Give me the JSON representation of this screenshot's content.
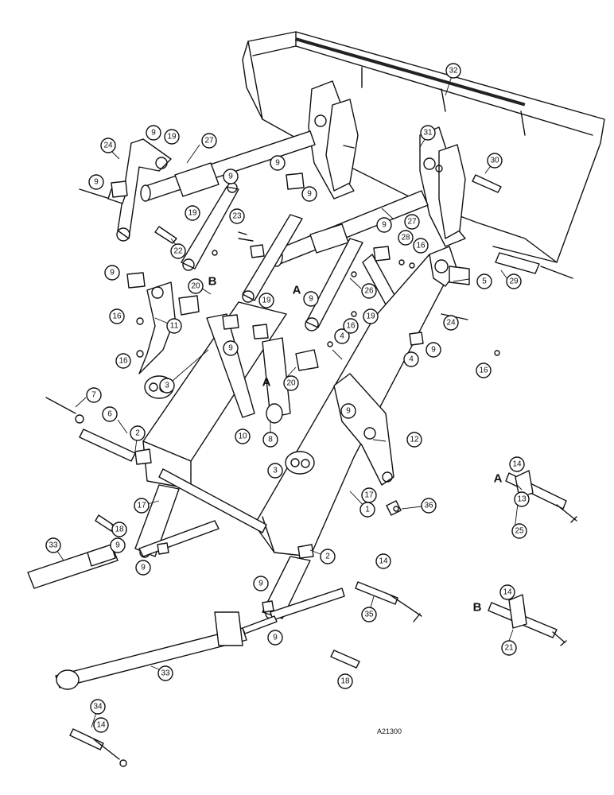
{
  "drawing_number": "A21300",
  "detail_letters": [
    "A",
    "B"
  ],
  "callouts": [
    "1",
    "2",
    "3",
    "4",
    "5",
    "6",
    "7",
    "8",
    "9",
    "10",
    "11",
    "12",
    "13",
    "14",
    "16",
    "17",
    "18",
    "19",
    "20",
    "21",
    "22",
    "23",
    "24",
    "25",
    "26",
    "27",
    "28",
    "29",
    "30",
    "31",
    "32",
    "33",
    "34",
    "35",
    "36"
  ]
}
